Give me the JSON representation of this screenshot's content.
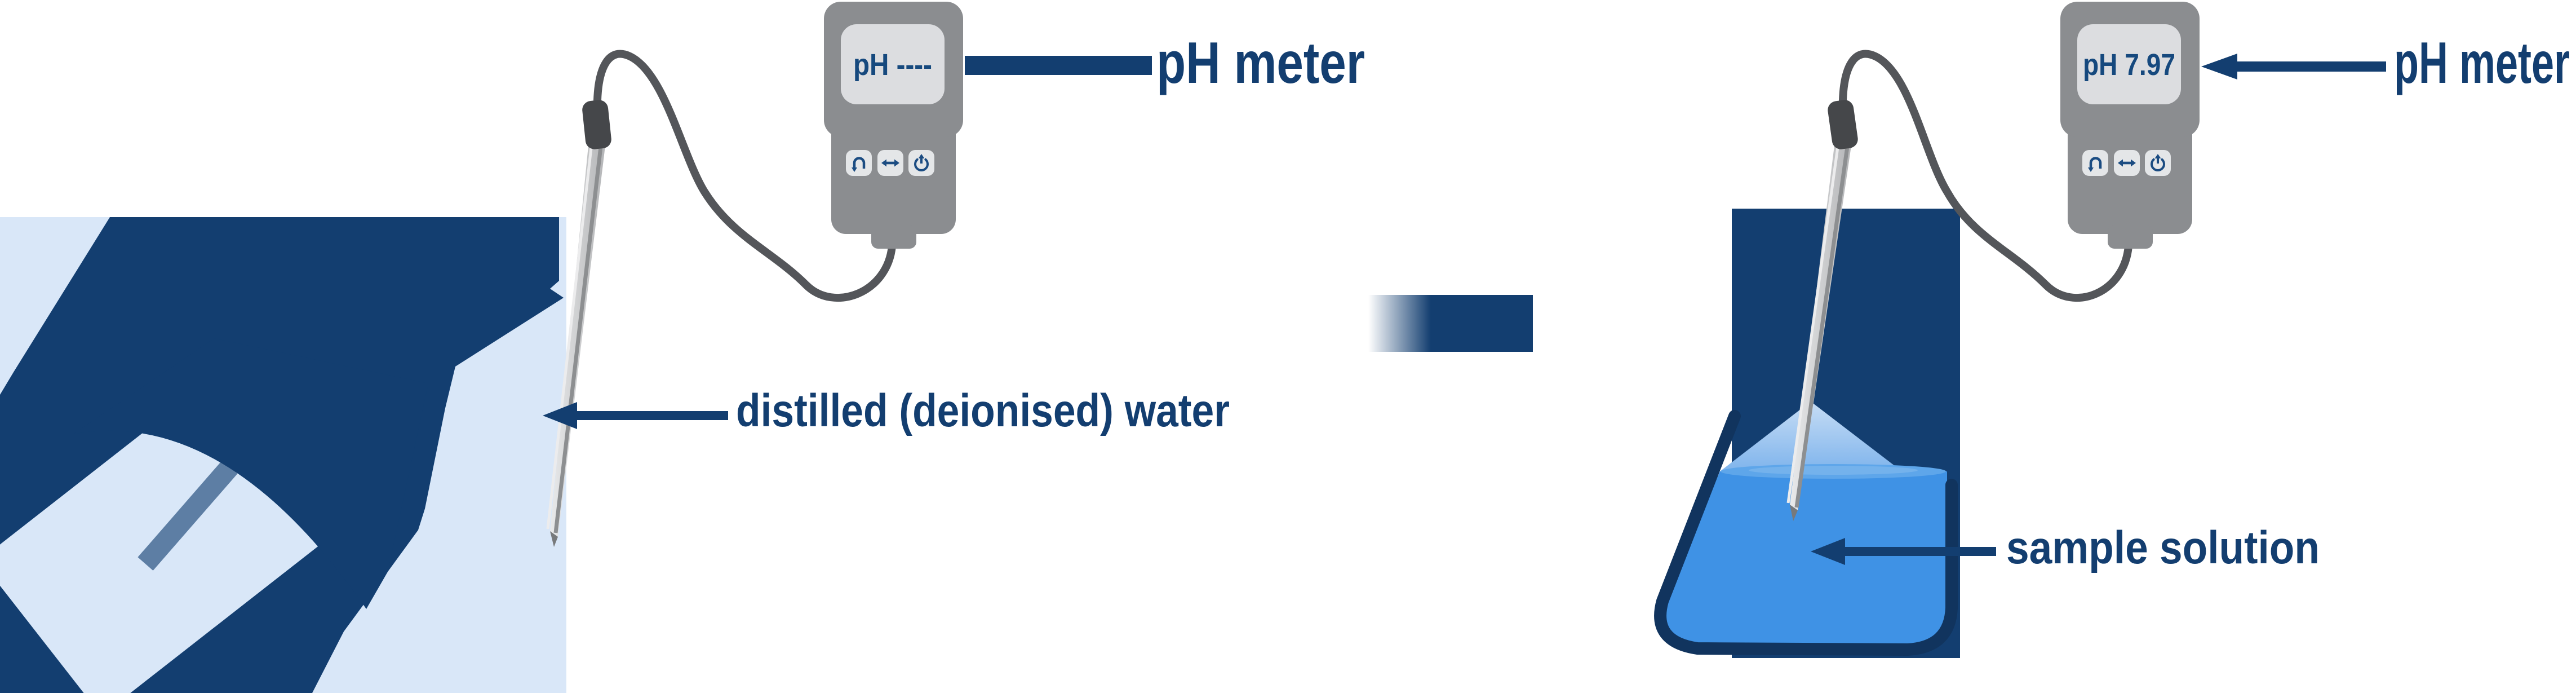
{
  "diagram": {
    "left": {
      "meter_label": "pH meter",
      "display_value": "pH ----",
      "annotation": "distilled (deionised) water",
      "buttons": [
        {
          "icon": "undo-arrow-icon"
        },
        {
          "icon": "left-right-arrow-icon"
        },
        {
          "icon": "power-icon"
        }
      ]
    },
    "right": {
      "meter_label": "pH meter",
      "display_value": "pH 7.97",
      "annotation": "sample solution"
    },
    "colors": {
      "navy": "#133e70",
      "pale_blue": "#d9e7f8",
      "liquid_blue": "#3f92e5",
      "surface_blue": "#5ea6ea",
      "meter_gray": "#8b8d90",
      "screen_gray": "#dcdde0",
      "button_gray": "#e4e6e8",
      "icon_blue": "#1b4c82",
      "cable_gray": "#54565a",
      "probe_silver": "#c9cacc",
      "probe_cap_gray": "#45474a",
      "stir_rod_slate": "#5d7ea4"
    }
  }
}
